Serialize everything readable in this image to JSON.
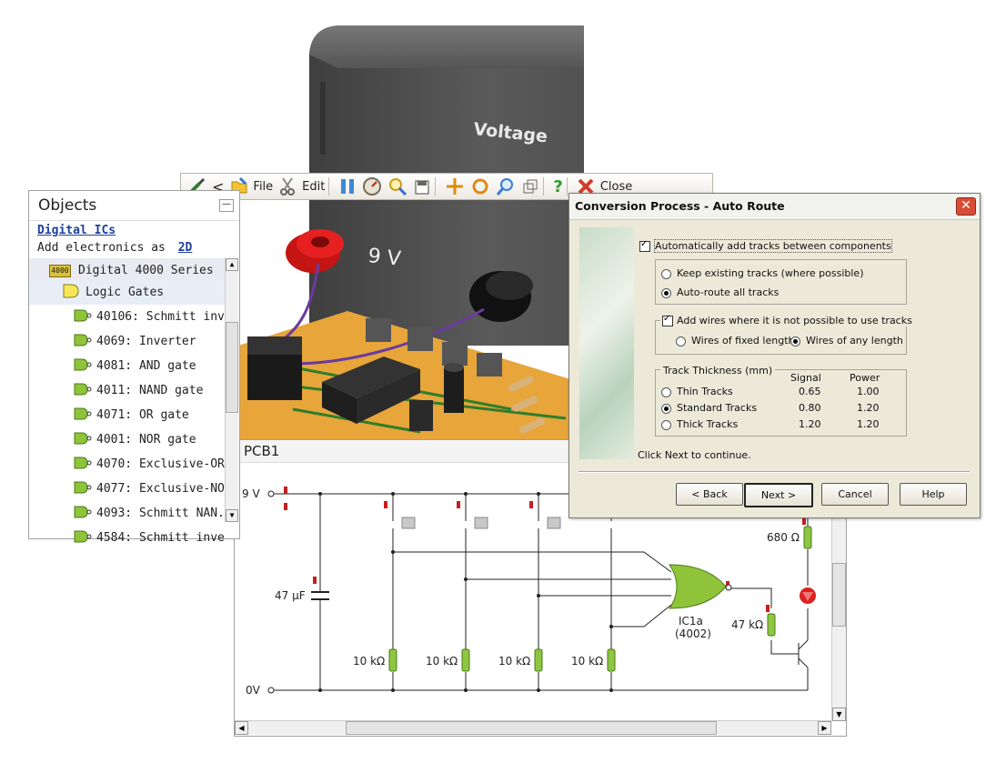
{
  "board": {
    "voltage_label": "Voltage",
    "nine_v": "9 V"
  },
  "toolbar": {
    "file_label": "File",
    "edit_label": "Edit",
    "close_label": "Close",
    "icons": [
      "wand-icon",
      "back-icon",
      "file-icon",
      "scissors-icon",
      "pause-icon",
      "meter-icon",
      "zoom-in-icon",
      "save-icon",
      "move-icon",
      "rotate-icon",
      "search-icon",
      "cube-icon",
      "help-icon",
      "close-icon"
    ]
  },
  "objects": {
    "title": "Objects",
    "section_title": "Digital ICs",
    "add_as_prefix": "Add electronics as",
    "add_as_link": "2D",
    "series_badge": "4000",
    "series_label": "Digital 4000 Series",
    "category_label": "Logic Gates",
    "items": [
      {
        "label": "40106: Schmitt inv..."
      },
      {
        "label": "4069: Inverter"
      },
      {
        "label": "4081: AND gate"
      },
      {
        "label": "4011: NAND gate"
      },
      {
        "label": "4071: OR gate"
      },
      {
        "label": "4001: NOR gate"
      },
      {
        "label": "4070: Exclusive-OR..."
      },
      {
        "label": "4077: Exclusive-NO..."
      },
      {
        "label": "4093: Schmitt NAN..."
      },
      {
        "label": "4584: Schmitt inve..."
      }
    ]
  },
  "pcb": {
    "title": "PCB1",
    "labels": {
      "supply": "9 V",
      "ground": "0V",
      "cap": "47 µF",
      "r1": "10 kΩ",
      "r2": "10 kΩ",
      "r3": "10 kΩ",
      "r4": "10 kΩ",
      "r_led": "680 Ω",
      "r_base": "47 kΩ",
      "ic_name": "IC1a",
      "ic_part": "(4002)"
    }
  },
  "dialog": {
    "title": "Conversion Process - Auto Route",
    "auto_add_label": "Automatically add tracks between components",
    "auto_add_checked": true,
    "keep_existing_label": "Keep existing tracks (where possible)",
    "auto_route_label": "Auto-route all tracks",
    "selected_route": "Auto-route all tracks",
    "add_wires_label": "Add wires where it is not possible to use tracks",
    "add_wires_checked": true,
    "fixed_length_label": "Wires of fixed length",
    "any_length_label": "Wires of any length",
    "selected_wire": "Wires of any length",
    "thickness_title": "Track Thickness (mm)",
    "col_signal": "Signal",
    "col_power": "Power",
    "thickness_rows": [
      {
        "name": "Thin Tracks",
        "signal": "0.65",
        "power": "1.00"
      },
      {
        "name": "Standard Tracks",
        "signal": "0.80",
        "power": "1.20"
      },
      {
        "name": "Thick Tracks",
        "signal": "1.20",
        "power": "1.20"
      }
    ],
    "selected_thickness": "Standard Tracks",
    "footer_text": "Click Next to continue.",
    "back_label": "< Back",
    "next_label": "Next >",
    "cancel_label": "Cancel",
    "help_label": "Help"
  },
  "colors": {
    "pcb_orange": "#e7a53a",
    "gate_green": "#8fc43a",
    "resistor_green": "#8ec641",
    "led_red": "#e02020",
    "link_blue": "#1f3f9a"
  }
}
